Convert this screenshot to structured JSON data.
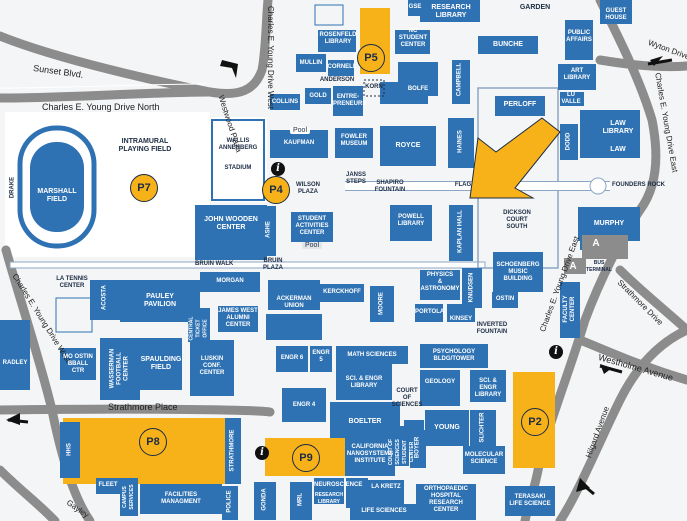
{
  "map": {
    "colors": {
      "building": "#2f72b3",
      "parking": "#f7b21a",
      "road": "#8c8c8c",
      "ground": "#f4f5f6",
      "field": "#ffffff",
      "arrow": "#f7b21a"
    },
    "roads": {
      "sunset": "Sunset Blvd.",
      "cey_north": "Charles E. Young Drive North",
      "cey_west_top": "Charles E. Young Drive West",
      "cey_west_bottom": "Charles E. Young Drive West",
      "cey_east": "Charles E. Young Drive East",
      "cey_drive_east_ne": "Charles E. Young Drive East",
      "westwood_plaza": "Westwood Plaza",
      "strathmore_place": "Strathmore Place",
      "strathmore_drive": "Strathmore Drive",
      "westholme": "Westholme Avenue",
      "hilgard": "Hilgard Avenue",
      "wyton": "Wyton Drive",
      "gayley": "Gayley",
      "bruin_walk": "BRUIN WALK"
    },
    "buildings": {
      "research_library": "RESEARCH\nLIBRARY",
      "garden": "GARDEN",
      "guest_house": "GUEST\nHOUSE",
      "gse": "GSE",
      "rosenfeld": "ROSENFELD\nLIBRARY",
      "nc_student": "NC\nSTUDENT\nCENTER",
      "bunche": "BUNCHE",
      "public_affairs": "PUBLIC\nAFFAIRS",
      "mullin": "MULLIN",
      "cornell": "CORNELL",
      "anderson": "ANDERSON",
      "korn": "KORN",
      "bolfe": "BOLFE",
      "campbell": "CAMPBELL",
      "art_library": "ART\nLIBRARY",
      "lu_valle": "LU\nVALLE",
      "collins": "COLLINS",
      "gold": "GOLD",
      "entrepreneurs": "ENTRE-\nPRENEURS",
      "perloff": "PERLOFF",
      "law_library": "LAW\nLIBRARY",
      "law": "LAW",
      "dodd": "DODD",
      "wallis": "WALLIS\nANNENBERG",
      "stadium": "STADIUM",
      "intramural": "INTRAMURAL\nPLAYING FIELD",
      "kaufman": "KAUFMAN",
      "pool_top": "Pool",
      "fowler": "FOWLER\nMUSEUM",
      "royce": "ROYCE",
      "haines": "HAINES",
      "janss": "JANSS\nSTEPS",
      "shapiro": "SHAPIRO\nFOUNTAIN",
      "flag": "FLAG",
      "founders_rock": "FOUNDERS ROCK",
      "wilson_plaza": "WILSON\nPLAZA",
      "marshall": "MARSHALL\nFIELD",
      "drake": "DRAKE",
      "john_wooden": "JOHN WOODEN\nCENTER",
      "ashe": "ASHE",
      "student_activities": "STUDENT\nACTIVITIES\nCENTER",
      "pool_bottom": "Pool",
      "powell": "POWELL\nLIBRARY",
      "kaplan": "KAPLAN HALL",
      "dickson": "DICKSON\nCOURT\nSOUTH",
      "murphy": "MURPHY",
      "bus_terminal": "BUS\nTERMINAL",
      "bruin_plaza": "BRUIN\nPLAZA",
      "la_tennis": "LA TENNIS\nCENTER",
      "acosta": "ACOSTA",
      "pauley": "PAULEY\nPAVILION",
      "morgan": "MORGAN",
      "ackerman": "ACKERMAN\nUNION",
      "kerckhoff": "KERCKHOFF",
      "moore": "MOORE",
      "physics": "PHYSICS\n&\nASTRONOMY",
      "knudsen": "KNUDSEN",
      "schoenberg": "SCHOENBERG\nMUSIC\nBUILDING",
      "ostin": "OSTIN",
      "portola": "PORTOLA",
      "kinsey": "KINSEY",
      "inverted": "INVERTED\nFOUNTAIN",
      "faculty_center": "FACULTY\nCENTER",
      "james_west": "JAMES WEST\nALUMNI\nCENTER",
      "central_ticket": "CENTRAL\nTICKET\nOFFICE",
      "radley": "RADLEY",
      "mo_ostin": "MO OSTIN\nBBALL\nCTR",
      "wasserman": "WASSERMAN\nFOOTBALL\nCENTER",
      "spaulding": "SPAULDING\nFIELD",
      "luskin": "LUSKIN\nCONF.\nCENTER",
      "engr6": "ENGR 6",
      "engr5": "ENGR 5",
      "math_sciences": "MATH SCIENCES",
      "psychology": "PSYCHOLOGY\nBLDG/TOWER",
      "sci_engr_left": "SCI. & ENGR\nLIBRARY",
      "court_sciences": "COURT\nOF\nSCIENCES",
      "geology": "GEOLOGY",
      "sci_engr_right": "SCI. & ENGR\nLIBRARY",
      "engr4": "ENGR 4",
      "boelter": "BOELTER",
      "young": "YOUNG",
      "slichter": "SLICHTER",
      "hhs": "HHS",
      "strathmore": "STRATHMORE",
      "cnsi": "CALIFORNIA\nNANOSYSTEMS\nINSTITUTE",
      "court_sci_student": "COURT OF\nSCIENCES\nSTUDENT\nCENTER",
      "boyer": "BOYER",
      "molecular": "MOLECULAR\nSCIENCE",
      "fleet": "FLEET",
      "campus_services": "CAMPUS\nSERVICES",
      "facilities": "FACILITIES\nMANAGMENT",
      "police": "POLICE",
      "gonda": "GONDA",
      "mrl": "MRL",
      "neuroscience": "NEUROSCIENCE",
      "research_lib2": "RESEARCH\nLIBRARY",
      "la_kretz": "LA KRETZ",
      "orthopaedic": "ORTHOPAEDIC\nHOSPITAL\nRESEARCH\nCENTER",
      "life_sciences": "LIFE SCIENCES",
      "terasaki": "TERASAKI\nLIFE SCIENCE"
    },
    "parking": {
      "p2": "P2",
      "p4": "P4",
      "p5": "P5",
      "p7": "P7",
      "p8": "P8",
      "p9": "P9"
    },
    "terminal_badge": "A",
    "info_glyph": "i"
  }
}
